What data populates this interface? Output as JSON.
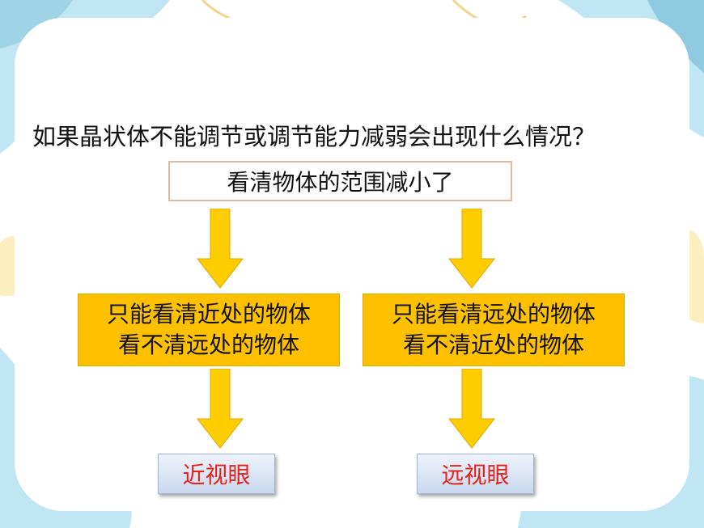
{
  "question": "如果晶状体不能调节或调节能力减弱会出现什么情况？",
  "effect": "看清物体的范围减小了",
  "branches": {
    "left": {
      "line1": "只能看清近处的物体",
      "line2": "看不清远处的物体",
      "result": "近视眼"
    },
    "right": {
      "line1": "只能看清远处的物体",
      "line2": "看不清近处的物体",
      "result": "远视眼"
    }
  },
  "colors": {
    "box_fill": "#ffc000",
    "arrow_fill": "#ffcc00",
    "result_text": "#e8201a",
    "decor_blue": "#bfe6f2",
    "decor_yellow": "#fdeec0"
  }
}
